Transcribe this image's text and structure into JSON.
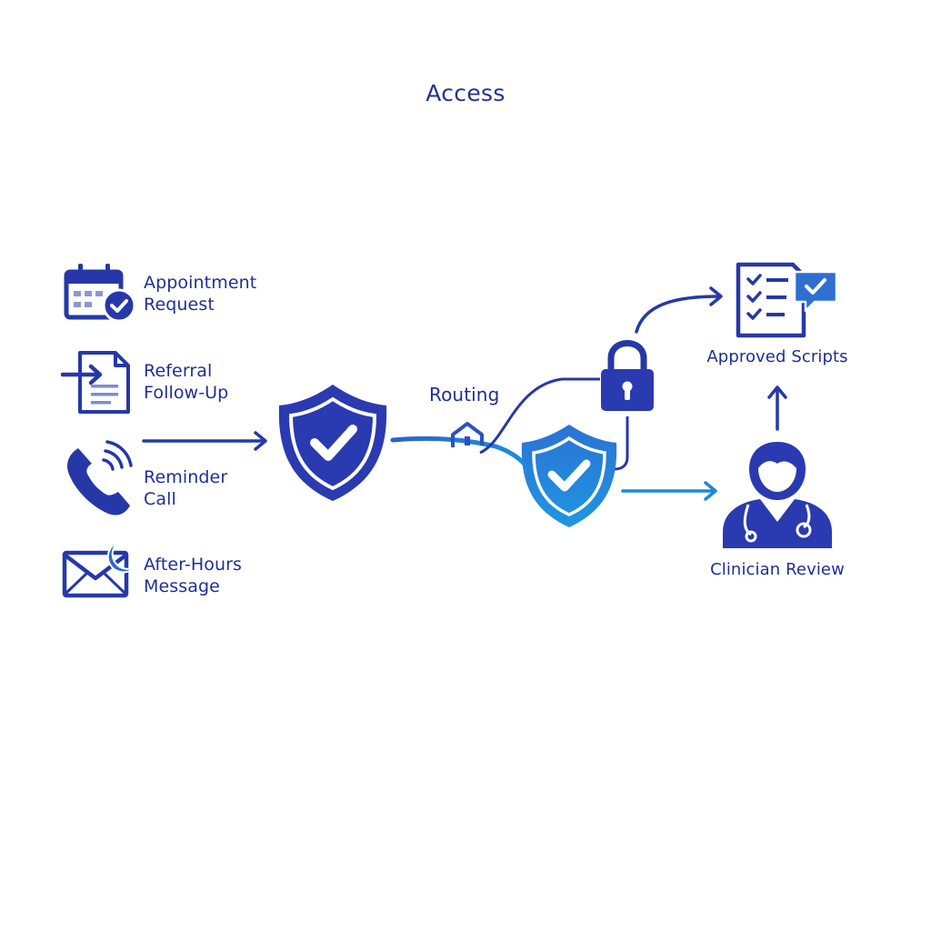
{
  "title": "Access",
  "inputs": [
    {
      "line1": "Appointment",
      "line2": "Request",
      "icon": "calendar-check-icon"
    },
    {
      "line1": "Referral",
      "line2": "Follow-Up",
      "icon": "document-arrow-icon"
    },
    {
      "line1": "Reminder",
      "line2": "Call",
      "icon": "phone-icon"
    },
    {
      "line1": "After-Hours",
      "line2": "Message",
      "icon": "envelope-moon-icon"
    }
  ],
  "routing_label": "Routing",
  "approved_scripts_label": "Approved Scripts",
  "clinician_review_label": "Clinician Review",
  "colors": {
    "primary": "#2638a8",
    "accent": "#1f86d8",
    "text": "#1f2f97"
  }
}
